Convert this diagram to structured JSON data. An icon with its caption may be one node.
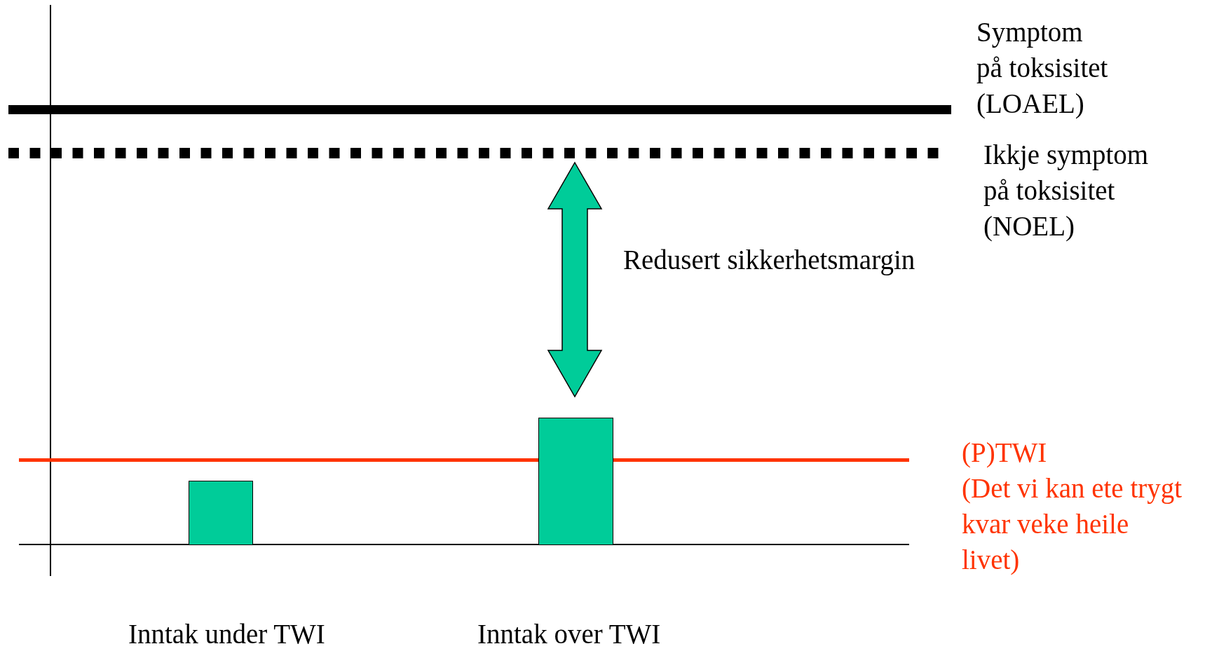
{
  "diagram": {
    "nodes": [
      {
        "text": [],
        "shape": "bar",
        "beside": [
          "Inntak under TWI"
        ]
      },
      {
        "text": [],
        "shape": "bar",
        "beside": [
          "Inntak over TWI"
        ]
      }
    ],
    "edges": [],
    "labels": [
      "Symptom på toksisitet (LOAEL)",
      "Ikkje symptom på toksisitet (NOEL)",
      "Redusert sikkerhetsmargin",
      "(P)TWI",
      "(Det vi kan ete trygt kvar veke heile livet)"
    ]
  }
}
